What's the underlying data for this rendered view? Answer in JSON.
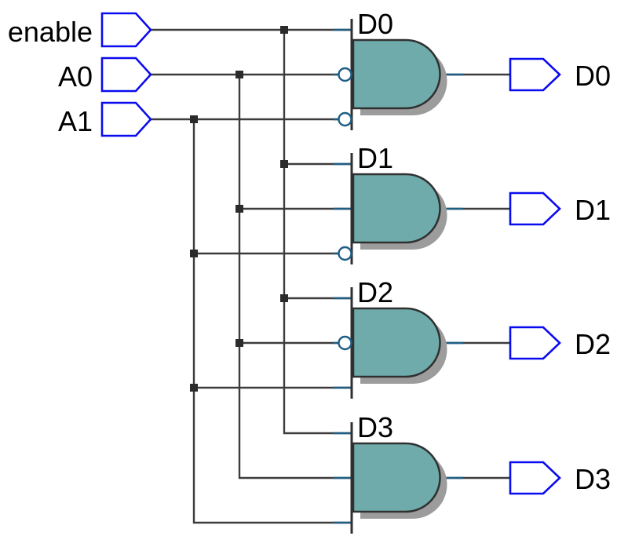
{
  "schematic": {
    "kind": "2-to-4 line decoder with enable",
    "inputs": [
      {
        "label": "enable"
      },
      {
        "label": "A0"
      },
      {
        "label": "A1"
      }
    ],
    "gates": [
      {
        "label": "D0",
        "type": "AND",
        "inputs": [
          {
            "net": "enable",
            "inverted": false
          },
          {
            "net": "A0",
            "inverted": true
          },
          {
            "net": "A1",
            "inverted": true
          }
        ]
      },
      {
        "label": "D1",
        "type": "AND",
        "inputs": [
          {
            "net": "enable",
            "inverted": false
          },
          {
            "net": "A0",
            "inverted": false
          },
          {
            "net": "A1",
            "inverted": true
          }
        ]
      },
      {
        "label": "D2",
        "type": "AND",
        "inputs": [
          {
            "net": "enable",
            "inverted": false
          },
          {
            "net": "A0",
            "inverted": true
          },
          {
            "net": "A1",
            "inverted": false
          }
        ]
      },
      {
        "label": "D3",
        "type": "AND",
        "inputs": [
          {
            "net": "enable",
            "inverted": false
          },
          {
            "net": "A0",
            "inverted": false
          },
          {
            "net": "A1",
            "inverted": false
          }
        ]
      }
    ],
    "outputs": [
      {
        "label": "D0"
      },
      {
        "label": "D1"
      },
      {
        "label": "D2"
      },
      {
        "label": "D3"
      }
    ]
  },
  "colors": {
    "background": "#ffffff",
    "wire": "#3c3c3c",
    "junction": "#2b2b2b",
    "stub": "#1e5e85",
    "pin_outline": "#0b0bf0",
    "pin_fill": "#ffffff",
    "gate_fill": "#6fabab",
    "gate_outline": "#303030",
    "gate_shadow": "#9c9c9c",
    "label": "#000000"
  }
}
